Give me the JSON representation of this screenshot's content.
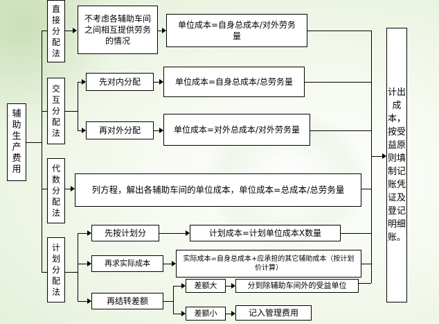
{
  "root": "辅助生产费用",
  "methods": [
    {
      "name": "直接分配法",
      "cond": "不考虑各辅助车间之间相互提供劳务的情况",
      "formula": "单位成本=自身总成本/对外劳务量"
    },
    {
      "name": "交互分配法",
      "steps": [
        {
          "name": "先对内分配",
          "formula": "单位成本=自身总成本/总劳务量"
        },
        {
          "name": "再对外分配",
          "formula": "单位成本=对外总成本/对外劳务量"
        }
      ]
    },
    {
      "name": "代数分配法",
      "formula": "列方程，解出各辅助车间的单位成本，单位成本=总成本/总劳务量"
    },
    {
      "name": "计划分配法",
      "steps": [
        {
          "name": "先按计划分",
          "formula": "计划成本=计划单位成本X数量"
        },
        {
          "name": "再求实际成本",
          "formula": "实际成本=自身总成本+应承担的其它辅助成本（按计划价计算）"
        },
        {
          "name": "再结转差额",
          "branches": [
            {
              "name": "差额大",
              "result": "分到除辅助车间外的受益单位"
            },
            {
              "name": "差额小",
              "result": "记入管理费用"
            }
          ]
        }
      ]
    }
  ],
  "result": "计出成本，按受益原则填制记账凭证及登记明细账。"
}
